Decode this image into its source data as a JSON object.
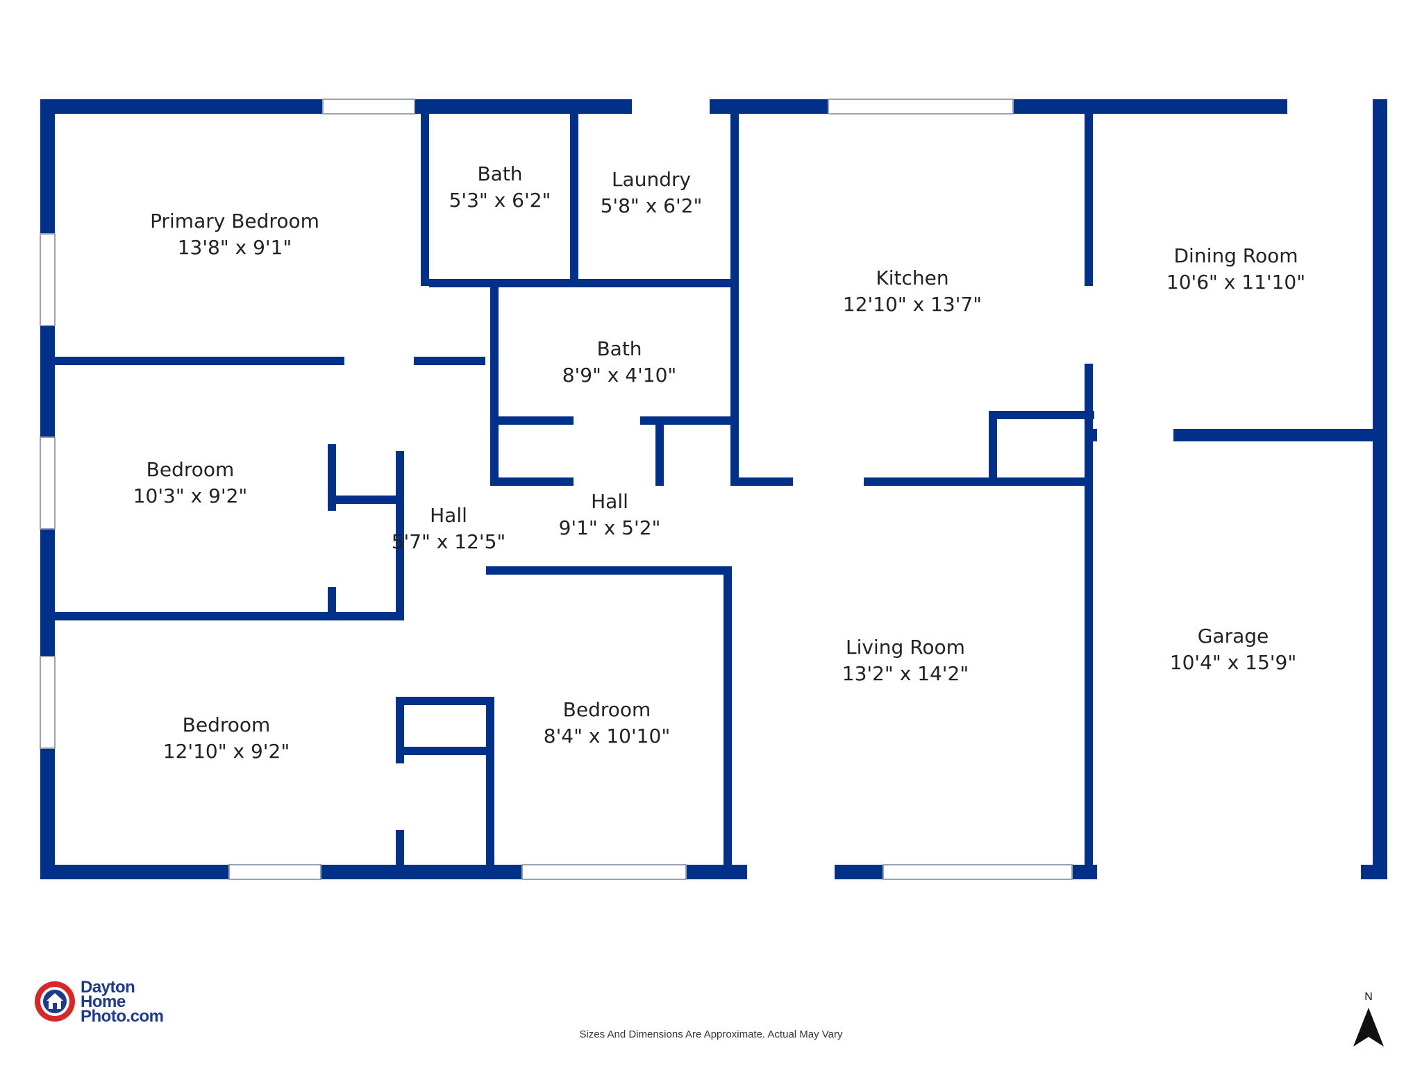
{
  "colors": {
    "wall": "#003087",
    "window_frame": "#d7dbe3",
    "door_gap": "#ffffff",
    "text": "#222222"
  },
  "rooms": [
    {
      "name": "Primary Bedroom",
      "size": "13'8\" x 9'1\""
    },
    {
      "name": "Bath",
      "size": "5'3\" x 6'2\""
    },
    {
      "name": "Laundry",
      "size": "5'8\" x 6'2\""
    },
    {
      "name": "Kitchen",
      "size": "12'10\" x 13'7\""
    },
    {
      "name": "Dining Room",
      "size": "10'6\" x 11'10\""
    },
    {
      "name": "Bath",
      "size": "8'9\" x 4'10\""
    },
    {
      "name": "Bedroom",
      "size": "10'3\" x 9'2\""
    },
    {
      "name": "Hall",
      "size": "5'7\" x 12'5\""
    },
    {
      "name": "Hall",
      "size": "9'1\" x 5'2\""
    },
    {
      "name": "Living Room",
      "size": "13'2\" x 14'2\""
    },
    {
      "name": "Garage",
      "size": "10'4\" x 15'9\""
    },
    {
      "name": "Bedroom",
      "size": "8'4\" x 10'10\""
    },
    {
      "name": "Bedroom",
      "size": "12'10\" x 9'2\""
    }
  ],
  "logo": {
    "line1": "Dayton",
    "line2": "Home",
    "line3": "Photo.com"
  },
  "disclaimer": "Sizes And Dimensions Are Approximate. Actual May Vary",
  "north_label": "N"
}
